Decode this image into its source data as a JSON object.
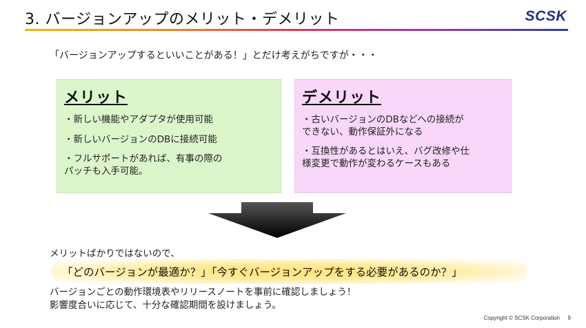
{
  "header": {
    "title": "3. バージョンアップのメリット・デメリット",
    "logo": "SCSK"
  },
  "intro": "「バージョンアップするといいことがある！」とだけ考えがちですが・・・",
  "merit": {
    "heading": "メリット",
    "items": [
      "・新しい機能やアダプタが使用可能",
      "・新しいバージョンのDBに接続可能",
      "・フルサポートがあれば、有事の際の\nパッチも入手可能。"
    ]
  },
  "demerit": {
    "heading": "デメリット",
    "items": [
      "・古いバージョンのDBなどへの接続が\nできない、動作保証外になる",
      "・互換性があるとはいえ、バグ改修や仕\n様変更で動作が変わるケースもある"
    ]
  },
  "conclusion": {
    "lead": "メリットばかりではないので、",
    "question": "「どのバージョンが最適か？」「今すぐバージョンアップをする必要があるのか？」",
    "advice": [
      "バージョンごとの動作環境表やリリースノートを事前に確認しましょう！",
      "影響度合いに応じて、十分な確認期間を設けましょう。"
    ]
  },
  "footer": {
    "copyright": "Copyright © SCSK Corporation",
    "page": "9"
  },
  "colors": {
    "merit_bg": "#dcf6cc",
    "demerit_bg": "#f8d7f8",
    "logo": "#1f2f8a",
    "highlight": "#ffe27a"
  }
}
